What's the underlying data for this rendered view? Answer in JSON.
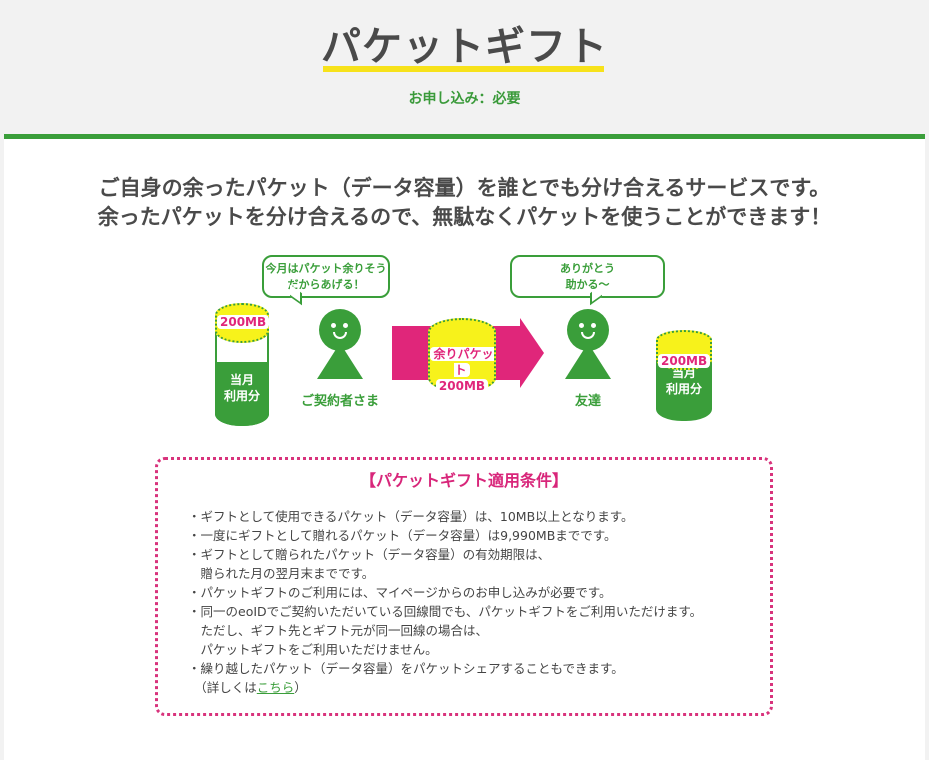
{
  "header": {
    "title": "パケットギフト",
    "subtitle": "お申し込み：必要"
  },
  "lead": {
    "line1": "ご自身の余ったパケット（データ容量）を誰とでも分け合えるサービスです。",
    "line2": "余ったパケットを分け合えるので、無駄なくパケットを使うことができます！"
  },
  "illustration": {
    "bubble_sender_1": "今月はパケット余りそう",
    "bubble_sender_2": "だからあげる！",
    "bubble_friend_1": "ありがとう",
    "bubble_friend_2": "助かる〜",
    "sender_label": "ご契約者さま",
    "friend_label": "友達",
    "left_cyl_amount": "200MB",
    "cyl_usage_1": "当月",
    "cyl_usage_2": "利用分",
    "gift_label": "余りパケット",
    "gift_amount": "200MB",
    "right_cyl_amount": "200MB"
  },
  "conditions": {
    "title": "【パケットギフト適用条件】",
    "lines": [
      "・ギフトとして使用できるパケット（データ容量）は、10MB以上となります。",
      "・一度にギフトとして贈れるパケット（データ容量）は9,990MBまでです。",
      "・ギフトとして贈られたパケット（データ容量）の有効期限は、",
      "　贈られた月の翌月末までです。",
      "・パケットギフトのご利用には、マイページからのお申し込みが必要です。",
      "・同一のeoIDでご契約いただいている回線間でも、パケットギフトをご利用いただけます。",
      "　ただし、ギフト先とギフト元が同一回線の場合は、",
      "　パケットギフトをご利用いただけません。",
      "・繰り越したパケット（データ容量）をパケットシェアすることもできます。"
    ],
    "detail_prefix": "　（詳しくは",
    "detail_link": "こちら",
    "detail_suffix": "）"
  }
}
